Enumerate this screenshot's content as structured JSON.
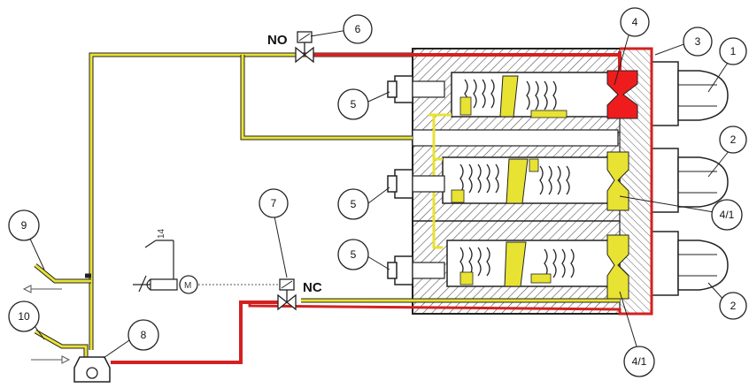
{
  "labels": {
    "no": "NO",
    "nc": "NC",
    "fourteen": "14",
    "motor": "M"
  },
  "callouts": {
    "c1": "1",
    "c2a": "2",
    "c2b": "2",
    "c3": "3",
    "c4": "4",
    "c41a": "4/1",
    "c41b": "4/1",
    "c5a": "5",
    "c5b": "5",
    "c5c": "5",
    "c6": "6",
    "c7": "7",
    "c8": "8",
    "c9": "9",
    "c10": "10"
  },
  "colors": {
    "pressure_line": "#d42020",
    "return_line": "#e8e233",
    "active_part": "#ee1c1c",
    "hatch": "#444444"
  }
}
